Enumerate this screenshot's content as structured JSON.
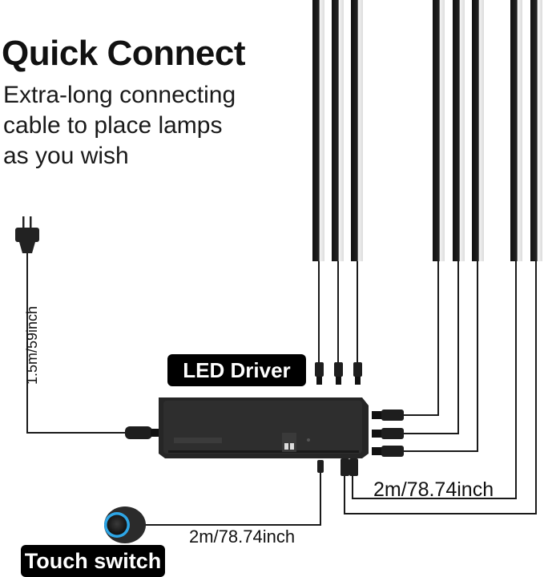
{
  "header": {
    "title": "Quick Connect",
    "subtitle_lines": [
      "Extra-long connecting",
      "cable to place lamps",
      "as you wish"
    ]
  },
  "labels": {
    "driver": "LED Driver",
    "touch_switch": "Touch switch"
  },
  "dimensions": {
    "lamp_cable": "2m/78.74inch",
    "switch_cable": "2m/78.74inch",
    "plug_cable": "1.5m/59inch"
  },
  "lamps": {
    "count": 8
  },
  "colors": {
    "cable": "#1a1a1a",
    "driver_body": "#2a2a2a",
    "switch_ring": "#2ea6e6",
    "label_bg": "#000000"
  }
}
